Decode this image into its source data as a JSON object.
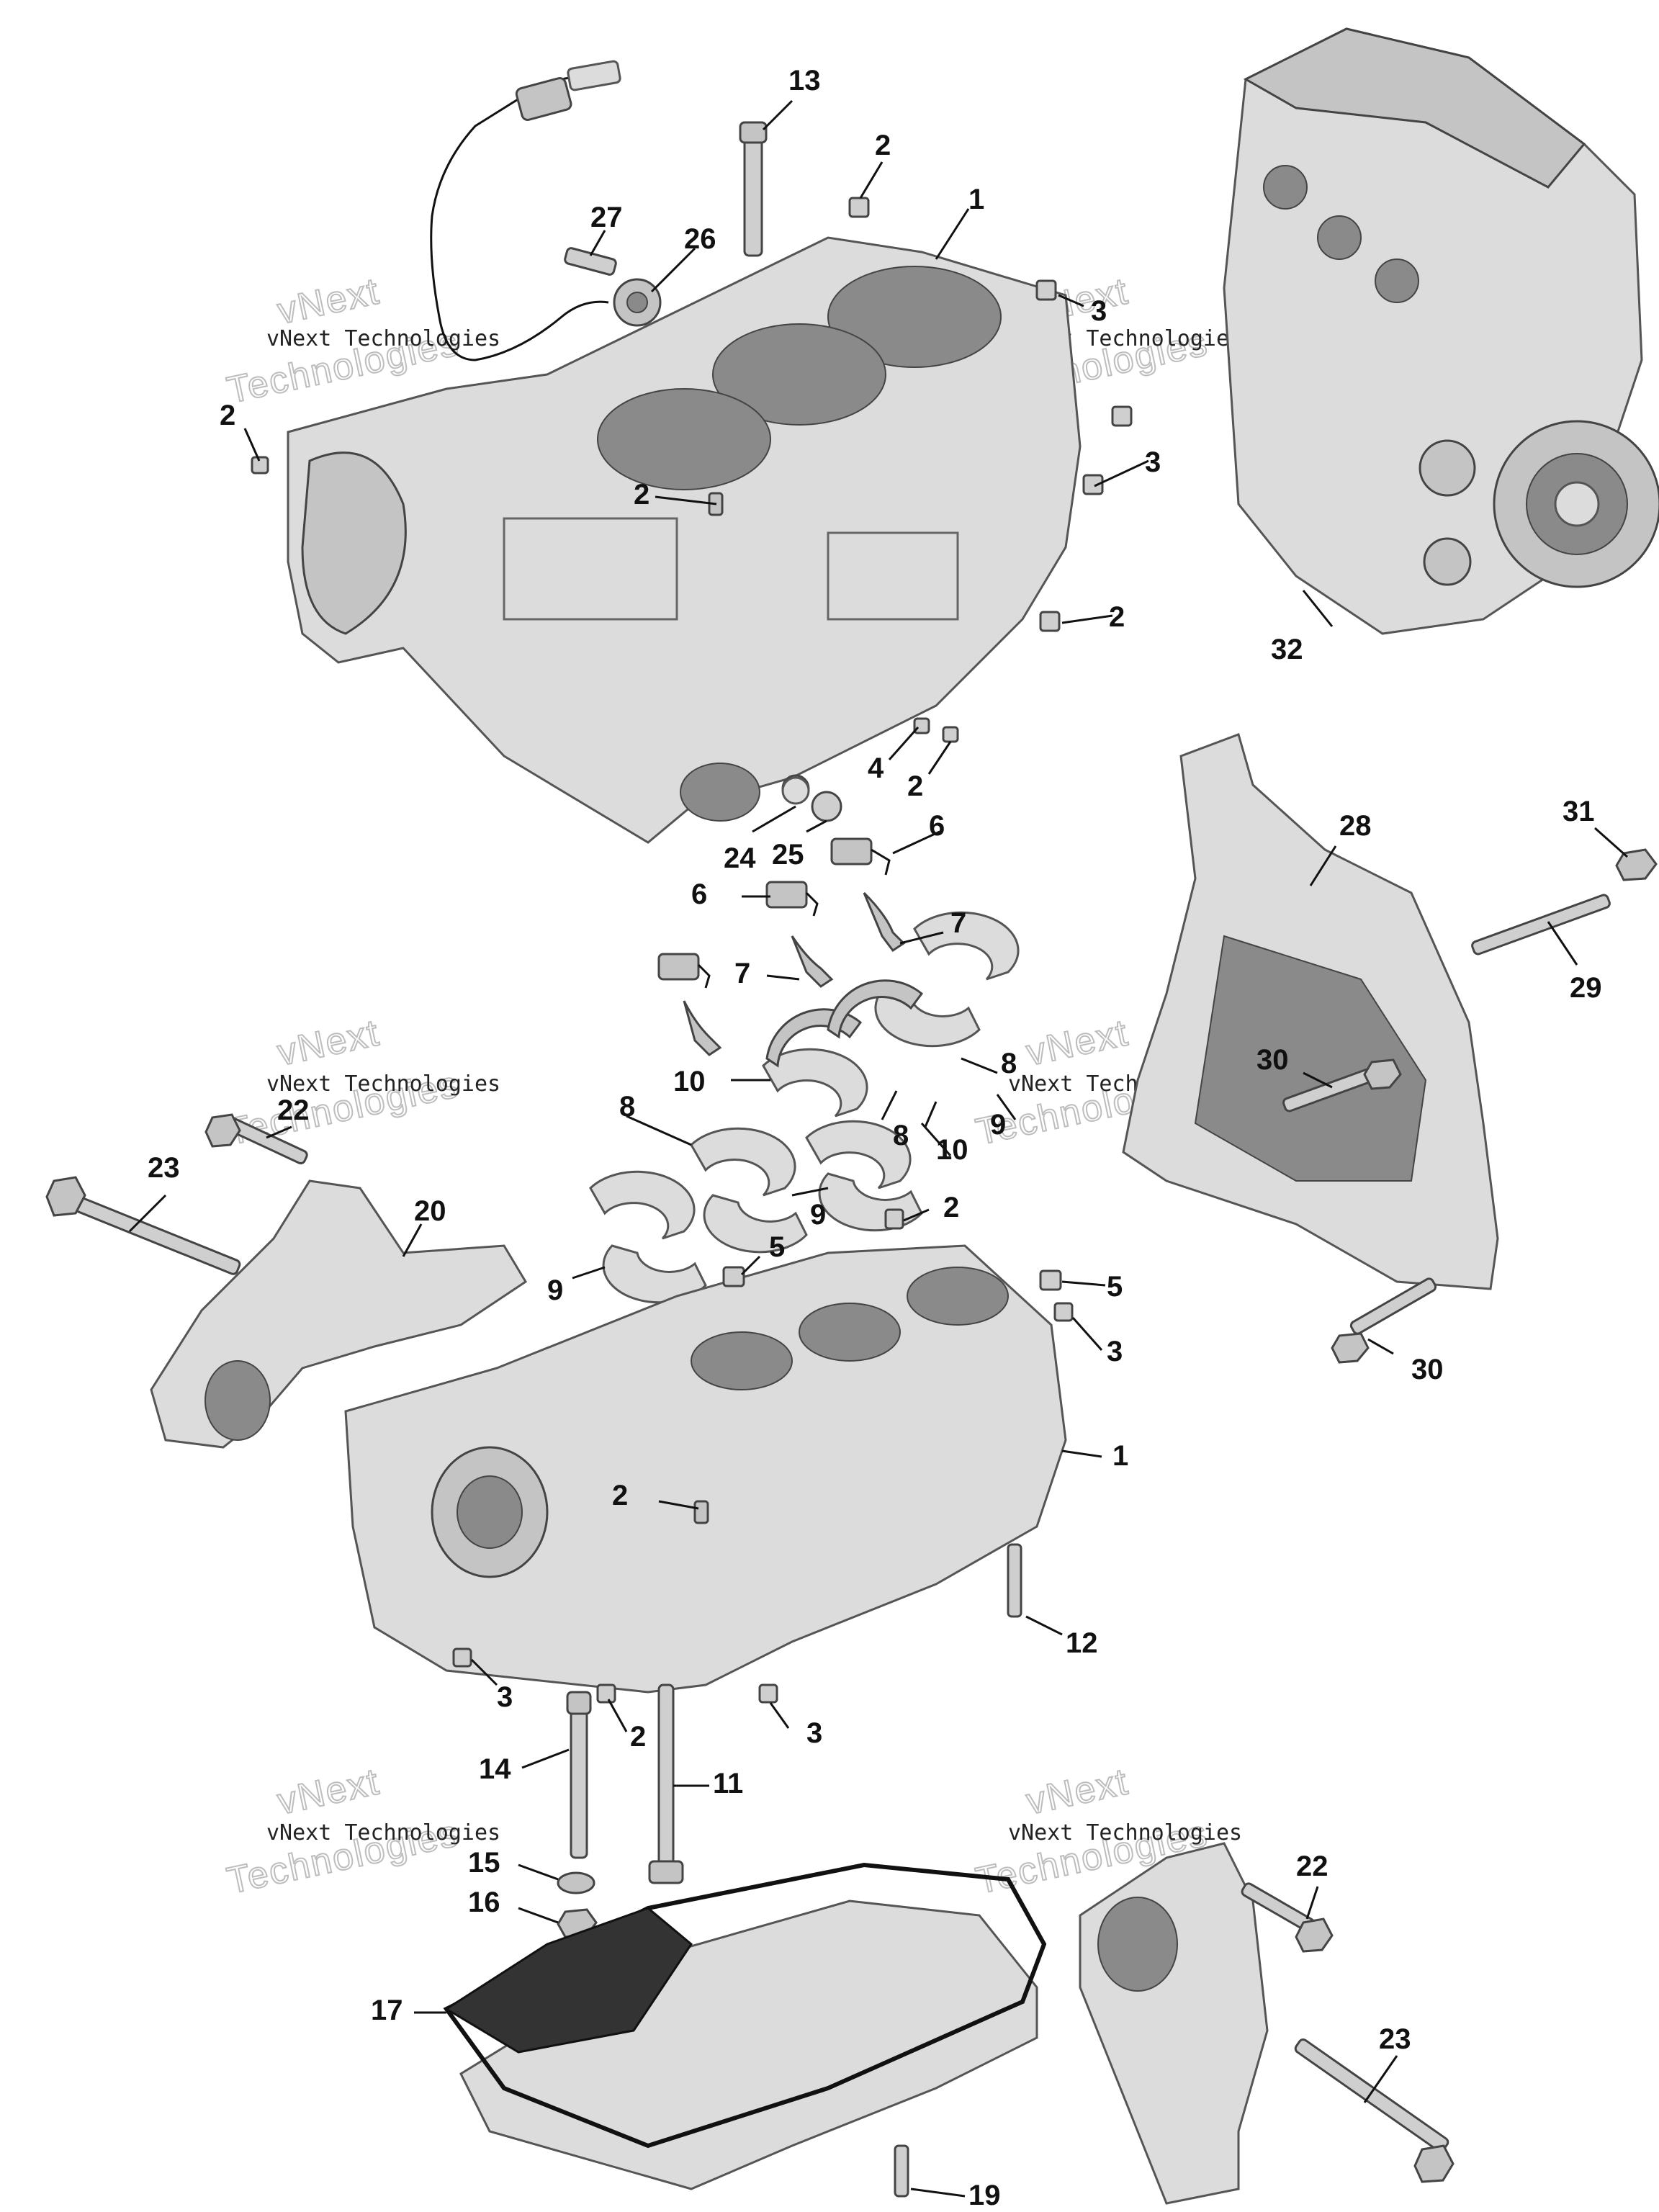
{
  "watermark": {
    "line1": "vNext Technologies",
    "line2": "Technologies",
    "line3": "vNext"
  },
  "callouts": [
    {
      "id": "c13",
      "text": "13"
    },
    {
      "id": "c2a",
      "text": "2"
    },
    {
      "id": "c1a",
      "text": "1"
    },
    {
      "id": "c27",
      "text": "27"
    },
    {
      "id": "c26",
      "text": "26"
    },
    {
      "id": "c3a",
      "text": "3"
    },
    {
      "id": "c2b",
      "text": "2"
    },
    {
      "id": "c3b",
      "text": "3"
    },
    {
      "id": "c2c",
      "text": "2"
    },
    {
      "id": "c2d",
      "text": "2"
    },
    {
      "id": "c32",
      "text": "32"
    },
    {
      "id": "c4",
      "text": "4"
    },
    {
      "id": "c2e",
      "text": "2"
    },
    {
      "id": "c24",
      "text": "24"
    },
    {
      "id": "c25",
      "text": "25"
    },
    {
      "id": "c6a",
      "text": "6"
    },
    {
      "id": "c6b",
      "text": "6"
    },
    {
      "id": "c7a",
      "text": "7"
    },
    {
      "id": "c7b",
      "text": "7"
    },
    {
      "id": "c28",
      "text": "28"
    },
    {
      "id": "c31",
      "text": "31"
    },
    {
      "id": "c29",
      "text": "29"
    },
    {
      "id": "c10a",
      "text": "10"
    },
    {
      "id": "c8a",
      "text": "8"
    },
    {
      "id": "c8b",
      "text": "8"
    },
    {
      "id": "c8c",
      "text": "8"
    },
    {
      "id": "c10b",
      "text": "10"
    },
    {
      "id": "c9a",
      "text": "9"
    },
    {
      "id": "c9b",
      "text": "9"
    },
    {
      "id": "c9c",
      "text": "9"
    },
    {
      "id": "c30a",
      "text": "30"
    },
    {
      "id": "c23a",
      "text": "23"
    },
    {
      "id": "c22a",
      "text": "22"
    },
    {
      "id": "c20",
      "text": "20"
    },
    {
      "id": "c2f",
      "text": "2"
    },
    {
      "id": "c5a",
      "text": "5"
    },
    {
      "id": "c5b",
      "text": "5"
    },
    {
      "id": "c3c",
      "text": "3"
    },
    {
      "id": "c30b",
      "text": "30"
    },
    {
      "id": "c1b",
      "text": "1"
    },
    {
      "id": "c2g",
      "text": "2"
    },
    {
      "id": "c12",
      "text": "12"
    },
    {
      "id": "c3d",
      "text": "3"
    },
    {
      "id": "c2h",
      "text": "2"
    },
    {
      "id": "c3e",
      "text": "3"
    },
    {
      "id": "c14",
      "text": "14"
    },
    {
      "id": "c11",
      "text": "11"
    },
    {
      "id": "c15",
      "text": "15"
    },
    {
      "id": "c16",
      "text": "16"
    },
    {
      "id": "c22b",
      "text": "22"
    },
    {
      "id": "c17",
      "text": "17"
    },
    {
      "id": "c23b",
      "text": "23"
    },
    {
      "id": "c19",
      "text": "19"
    }
  ]
}
